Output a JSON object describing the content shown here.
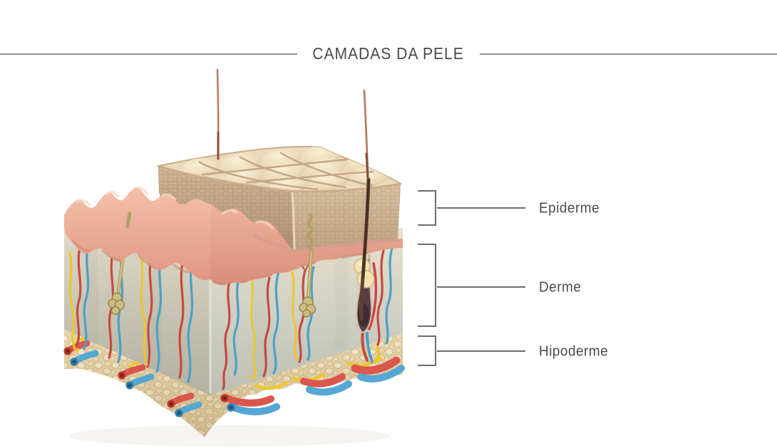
{
  "header": {
    "title": "CAMADAS DA PELE"
  },
  "annotations": [
    {
      "id": "epiderme",
      "label": "Epiderme"
    },
    {
      "id": "derme",
      "label": "Derme"
    },
    {
      "id": "hipoderme",
      "label": "Hipoderme"
    }
  ],
  "palette": {
    "text_gray": "#4a4a4c",
    "rule_gray": "#8f8f8f",
    "bracket_gray": "#6e6e6e",
    "epidermis_cream": "#ecdcc0",
    "epidermis_tan": "#c7ab8e",
    "papillae_pink": "#eba893",
    "dermis_gray": "#cfcdbc",
    "hypodermis_fat_cream": "#e9d7ab",
    "artery_red": "#c64a42",
    "vein_blue": "#4d9fc9",
    "nerve_yellow": "#ecc72c",
    "gland_olive": "#b2a263",
    "follicle_brown": "#563f48",
    "hair_brown": "#b97f60"
  }
}
